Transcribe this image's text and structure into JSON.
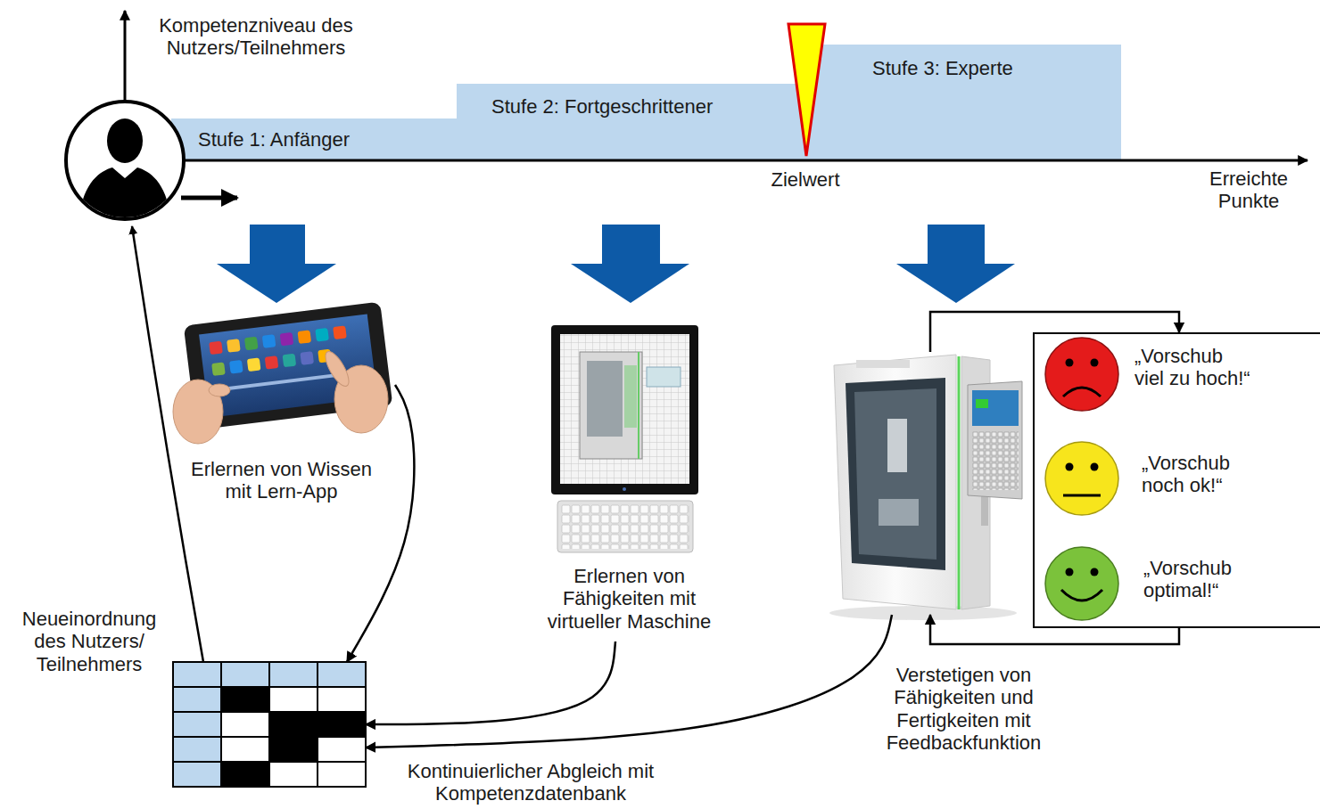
{
  "diagram": {
    "nodes": [
      {
        "text": [
          "Stufe 1: Anfänger"
        ]
      },
      {
        "text": [
          "Stufe 2: Fortgeschrittener"
        ]
      },
      {
        "text": [
          "Stufe 3: Experte"
        ]
      },
      {
        "text": [
          "Erlernen von Wissen mit Lern-App"
        ]
      },
      {
        "text": [
          "Erlernen von Fähigkeiten mit virtueller Maschine"
        ]
      },
      {
        "text": [
          "Verstetigen von Fähigkeiten und Fertigkeiten mit Feedbackfunktion"
        ]
      },
      {
        "text": [
          "„Vorschub viel zu hoch!“",
          "„Vorschub noch ok!“",
          "„Vorschub optimal!“"
        ]
      },
      {
        "text": [
          "Kontinuierlicher Abgleich mit Kompetenzdatenbank"
        ]
      }
    ],
    "edges": [
      {
        "from": 3,
        "to": 7,
        "arrow": "to"
      },
      {
        "from": 4,
        "to": 7,
        "arrow": "to"
      },
      {
        "from": 5,
        "to": 7,
        "arrow": "to"
      },
      {
        "from": 5,
        "to": 6,
        "arrow": "to"
      },
      {
        "from": 6,
        "to": 5,
        "arrow": "to"
      }
    ],
    "labels": [
      "Kompetenzniveau des Nutzers/Teilnehmers",
      "Zielwert",
      "Erreichte Punkte",
      "Neueinordnung des Nutzers/ Teilnehmers"
    ]
  }
}
